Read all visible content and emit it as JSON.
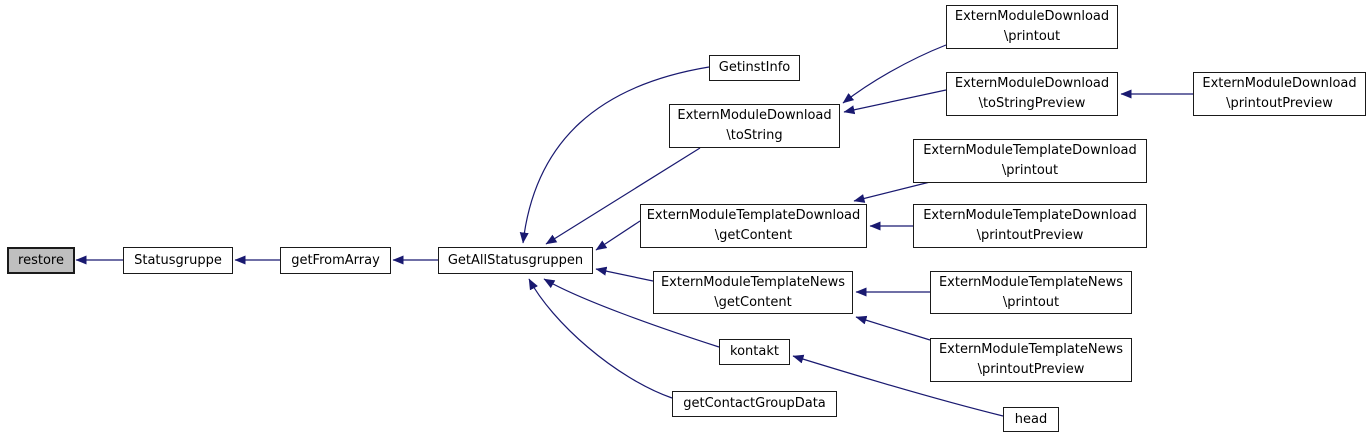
{
  "diagram": {
    "kind": "call-graph",
    "edge_color": "#191970",
    "node_fill": "#ffffff",
    "node_border": "#1a1a1a",
    "highlight_fill": "#bfbfbf",
    "background": "#ffffff"
  },
  "nodes": {
    "restore": {
      "label": "restore",
      "highlighted": true
    },
    "statusgruppe": {
      "label": "Statusgruppe"
    },
    "get_from_array": {
      "label": "getFromArray"
    },
    "get_all_statusgruppen": {
      "label": "GetAllStatusgruppen"
    },
    "getinstinfo": {
      "label": "GetinstInfo"
    },
    "emd_tostring": {
      "line1": "ExternModuleDownload",
      "line2": "\\toString"
    },
    "emd_printout": {
      "line1": "ExternModuleDownload",
      "line2": "\\printout"
    },
    "emd_tostringpreview": {
      "line1": "ExternModuleDownload",
      "line2": "\\toStringPreview"
    },
    "emd_printoutpreview": {
      "line1": "ExternModuleDownload",
      "line2": "\\printoutPreview"
    },
    "emtd_printout": {
      "line1": "ExternModuleTemplateDownload",
      "line2": "\\printout"
    },
    "emtd_getcontent": {
      "line1": "ExternModuleTemplateDownload",
      "line2": "\\getContent"
    },
    "emtd_printoutpreview": {
      "line1": "ExternModuleTemplateDownload",
      "line2": "\\printoutPreview"
    },
    "emtn_getcontent": {
      "line1": "ExternModuleTemplateNews",
      "line2": "\\getContent"
    },
    "emtn_printout": {
      "line1": "ExternModuleTemplateNews",
      "line2": "\\printout"
    },
    "emtn_printoutpreview": {
      "line1": "ExternModuleTemplateNews",
      "line2": "\\printoutPreview"
    },
    "kontakt": {
      "label": "kontakt"
    },
    "get_contact_group_data": {
      "label": "getContactGroupData"
    },
    "head": {
      "label": "head"
    }
  },
  "edges": [
    {
      "from": "Statusgruppe",
      "to": "restore"
    },
    {
      "from": "getFromArray",
      "to": "Statusgruppe"
    },
    {
      "from": "GetAllStatusgruppen",
      "to": "getFromArray"
    },
    {
      "from": "GetinstInfo",
      "to": "GetAllStatusgruppen"
    },
    {
      "from": "ExternModuleDownload\\toString",
      "to": "GetAllStatusgruppen"
    },
    {
      "from": "ExternModuleTemplateDownload\\getContent",
      "to": "GetAllStatusgruppen"
    },
    {
      "from": "ExternModuleTemplateNews\\getContent",
      "to": "GetAllStatusgruppen"
    },
    {
      "from": "kontakt",
      "to": "GetAllStatusgruppen"
    },
    {
      "from": "getContactGroupData",
      "to": "GetAllStatusgruppen"
    },
    {
      "from": "ExternModuleDownload\\printout",
      "to": "ExternModuleDownload\\toString"
    },
    {
      "from": "ExternModuleDownload\\toStringPreview",
      "to": "ExternModuleDownload\\toString"
    },
    {
      "from": "ExternModuleDownload\\printoutPreview",
      "to": "ExternModuleDownload\\toStringPreview"
    },
    {
      "from": "ExternModuleTemplateDownload\\printout",
      "to": "ExternModuleTemplateDownload\\getContent"
    },
    {
      "from": "ExternModuleTemplateDownload\\printoutPreview",
      "to": "ExternModuleTemplateDownload\\getContent"
    },
    {
      "from": "ExternModuleTemplateNews\\printout",
      "to": "ExternModuleTemplateNews\\getContent"
    },
    {
      "from": "ExternModuleTemplateNews\\printoutPreview",
      "to": "ExternModuleTemplateNews\\getContent"
    },
    {
      "from": "head",
      "to": "kontakt"
    }
  ]
}
